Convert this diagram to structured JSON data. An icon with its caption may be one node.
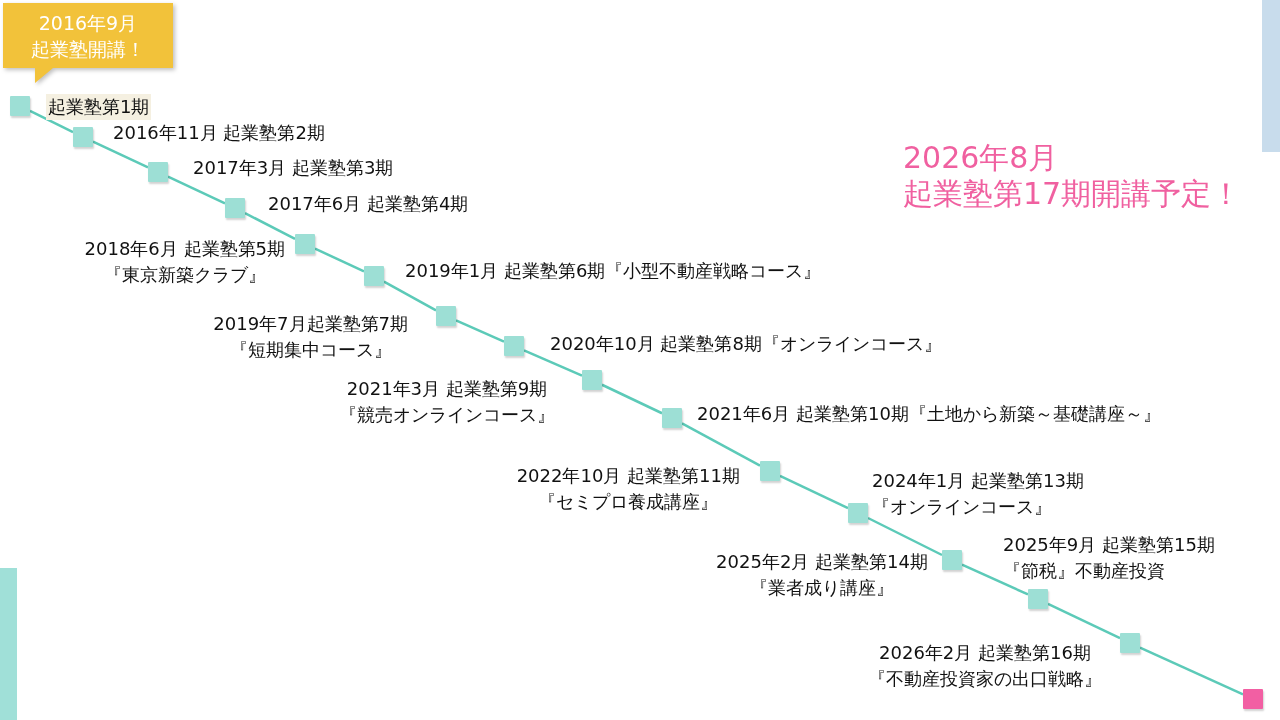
{
  "diagram": {
    "nodes": [
      {
        "text": [
          "2016年9月",
          "起業塾開講！"
        ]
      },
      {
        "text": [],
        "shape": "box",
        "beside": [
          "起業塾第1期"
        ]
      },
      {
        "text": [],
        "shape": "box",
        "beside": [
          "2016年11月 起業塾第2期"
        ]
      },
      {
        "text": [],
        "shape": "box",
        "beside": [
          "2017年3月 起業塾第3期"
        ]
      },
      {
        "text": [],
        "shape": "box",
        "beside": [
          "2017年6月 起業塾第4期"
        ]
      },
      {
        "text": [],
        "shape": "box",
        "beside": [
          "2018年6月 起業塾第5期",
          "『東京新築クラブ』"
        ]
      },
      {
        "text": [],
        "shape": "box",
        "beside": [
          "2019年1月 起業塾第6期『小型不動産戦略コース』"
        ]
      },
      {
        "text": [],
        "shape": "box",
        "beside": [
          "2019年7月起業塾第7期",
          "『短期集中コース』"
        ]
      },
      {
        "text": [],
        "shape": "box",
        "beside": [
          "2020年10月 起業塾第8期『オンラインコース』"
        ]
      },
      {
        "text": [],
        "shape": "box",
        "beside": [
          "2021年3月 起業塾第9期",
          "『競売オンラインコース』"
        ]
      },
      {
        "text": [],
        "shape": "box",
        "beside": [
          "2021年6月 起業塾第10期『土地から新築～基礎講座～』"
        ]
      },
      {
        "text": [],
        "shape": "box",
        "beside": [
          "2022年10月 起業塾第11期",
          "『セミプロ養成講座』"
        ]
      },
      {
        "text": [],
        "shape": "box",
        "beside": [
          "2024年1月 起業塾第13期",
          "『オンラインコース』"
        ]
      },
      {
        "text": [],
        "shape": "box",
        "beside": [
          "2025年2月 起業塾第14期",
          "『業者成り講座』"
        ]
      },
      {
        "text": [],
        "shape": "box",
        "beside": [
          "2025年9月 起業塾第15期",
          "『節税』不動産投資"
        ]
      },
      {
        "text": [],
        "shape": "box",
        "beside": [
          "2026年2月 起業塾第16期",
          "『不動産投資家の出口戦略』"
        ]
      },
      {
        "text": [],
        "shape": "box"
      }
    ],
    "edges": [
      {
        "from": 1,
        "to": 2,
        "arrow": "none"
      },
      {
        "from": 2,
        "to": 3,
        "arrow": "none"
      },
      {
        "from": 3,
        "to": 4,
        "arrow": "none"
      },
      {
        "from": 4,
        "to": 5,
        "arrow": "none"
      },
      {
        "from": 5,
        "to": 6,
        "arrow": "none"
      },
      {
        "from": 6,
        "to": 7,
        "arrow": "none"
      },
      {
        "from": 7,
        "to": 8,
        "arrow": "none"
      },
      {
        "from": 8,
        "to": 9,
        "arrow": "none"
      },
      {
        "from": 9,
        "to": 10,
        "arrow": "none"
      },
      {
        "from": 10,
        "to": 11,
        "arrow": "none"
      },
      {
        "from": 11,
        "to": 12,
        "arrow": "none"
      },
      {
        "from": 12,
        "to": 13,
        "arrow": "none"
      },
      {
        "from": 13,
        "to": 14,
        "arrow": "none"
      },
      {
        "from": 14,
        "to": 15,
        "arrow": "none"
      },
      {
        "from": 15,
        "to": 16,
        "arrow": "none",
        "color": "#5ccab8"
      }
    ],
    "labels": [
      "2026年8月",
      "起業塾第17期開講予定！"
    ]
  }
}
